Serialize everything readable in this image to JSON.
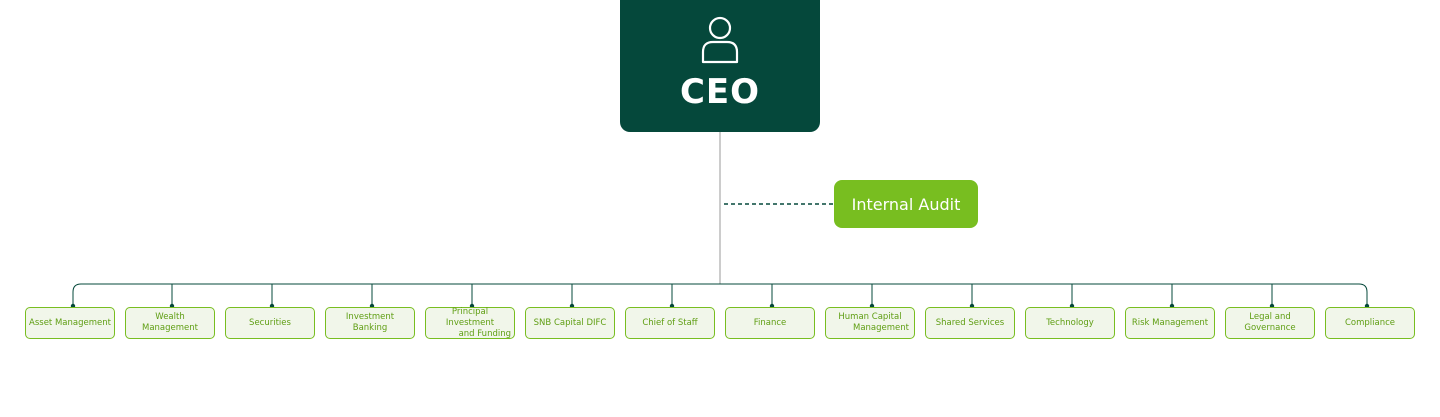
{
  "ceo": {
    "title": "CEO",
    "icon": "person-icon"
  },
  "internal_audit": {
    "label": "Internal Audit"
  },
  "departments": [
    {
      "label": "Asset Management"
    },
    {
      "label": "Wealth Management"
    },
    {
      "label": "Securities"
    },
    {
      "label": "Investment Banking"
    },
    {
      "lines": [
        "Principal Investment",
        "and Funding"
      ]
    },
    {
      "label": "SNB Capital DIFC"
    },
    {
      "label": "Chief of Staff"
    },
    {
      "label": "Finance"
    },
    {
      "lines": [
        "Human Capital",
        "Management"
      ]
    },
    {
      "label": "Shared Services"
    },
    {
      "label": "Technology"
    },
    {
      "label": "Risk Management"
    },
    {
      "label": "Legal and Governance"
    },
    {
      "label": "Compliance"
    }
  ],
  "colors": {
    "ceo_bg": "#05483b",
    "audit_bg": "#78be20",
    "dept_border": "#78be20",
    "dept_bg": "#f1f6ea",
    "dept_text": "#5f9e13",
    "connector": "#05483b",
    "trunk": "#9a9a9a"
  }
}
